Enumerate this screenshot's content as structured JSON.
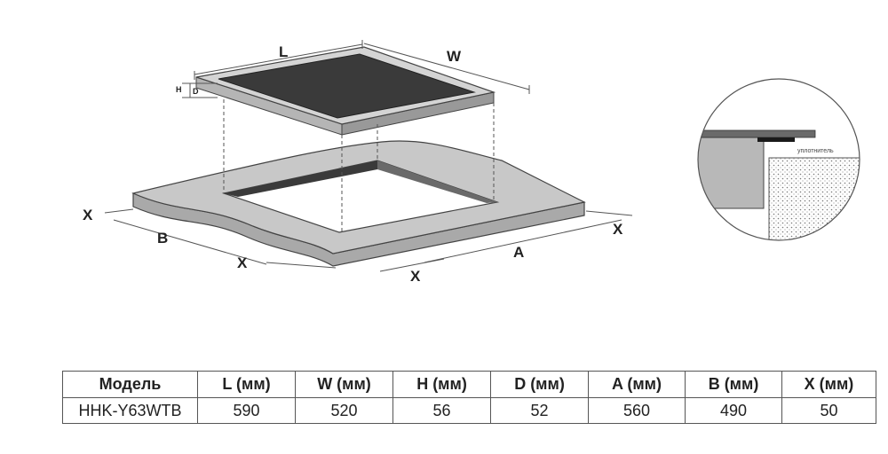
{
  "diagram": {
    "labels": {
      "L": "L",
      "W": "W",
      "H": "H",
      "D": "D",
      "A": "A",
      "B": "B",
      "X": "X"
    },
    "gasket_label": "уплотнитель"
  },
  "table": {
    "headers": [
      "Модель",
      "L (мм)",
      "W (мм)",
      "H (мм)",
      "D (мм)",
      "A (мм)",
      "B (мм)",
      "X (мм)"
    ],
    "rows": [
      [
        "HHK-Y63WTB",
        "590",
        "520",
        "56",
        "52",
        "560",
        "490",
        "50"
      ]
    ]
  },
  "colors": {
    "countertop": "#c8c8c8",
    "hob_glass": "#3a3a3a",
    "outline": "#444444",
    "table_border": "#555555"
  }
}
